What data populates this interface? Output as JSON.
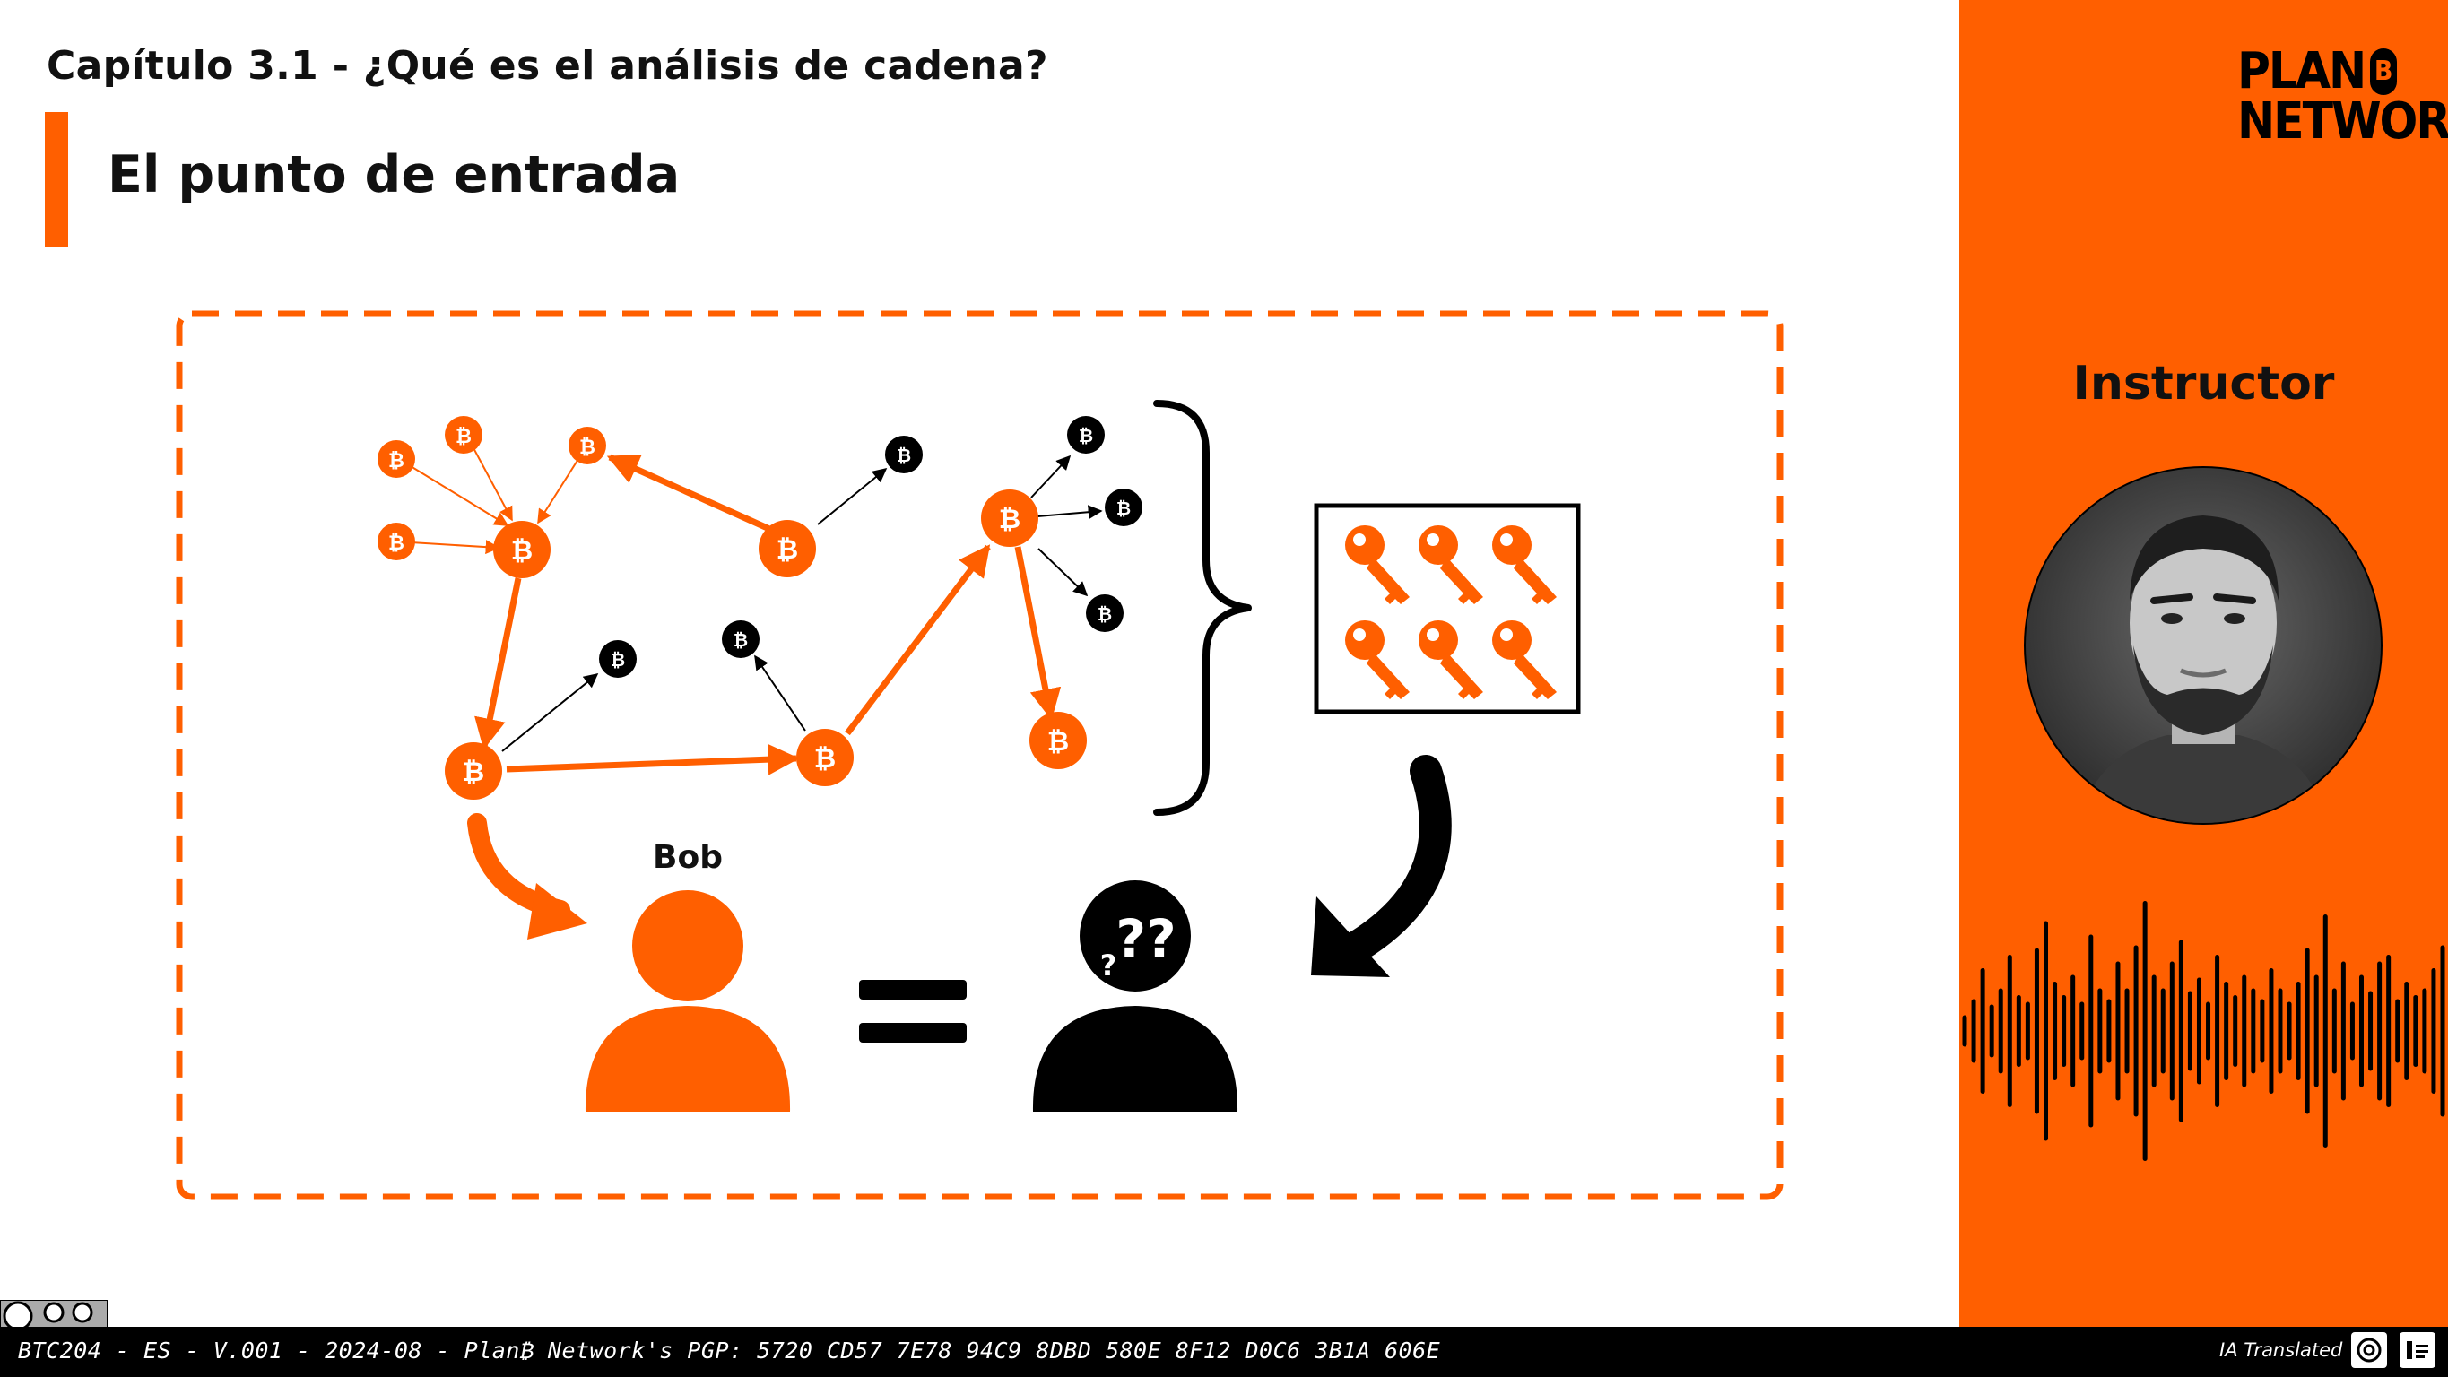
{
  "header": {
    "chapter_title": "Capítulo 3.1 - ¿Qué es el análisis de cadena?",
    "slide_title": "El punto de entrada"
  },
  "logo": {
    "line1": "PLAN",
    "b_glyph": "B",
    "line2": "NETWORK"
  },
  "side_panel": {
    "label": "Instructor"
  },
  "diagram": {
    "person_label": "Bob",
    "coin_glyph": "₿",
    "question_marks": "??",
    "question_mark_small": "?"
  },
  "footer": {
    "text": "BTC204 - ES - V.001 - 2024-08 - Plan₿ Network's PGP: 5720 CD57 7E78 94C9 8DBD 580E 8F12 D0C6 3B1A 606E",
    "ia_label": "IA Translated"
  },
  "colors": {
    "accent": "#ff5f00",
    "dark": "#000000",
    "background": "#ffffff"
  }
}
